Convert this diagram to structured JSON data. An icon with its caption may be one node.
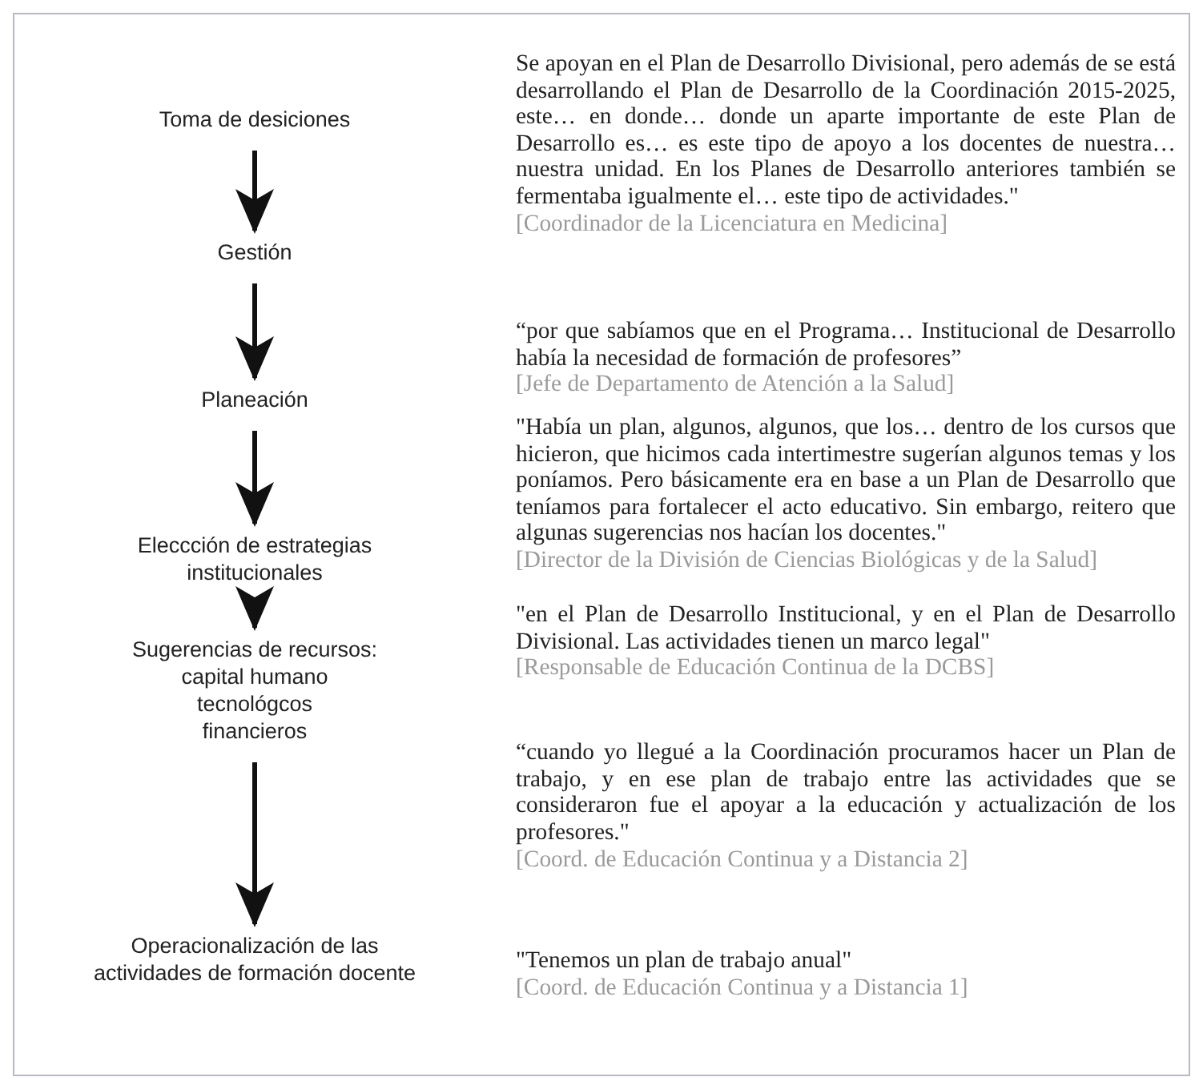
{
  "diagram": {
    "nodes": [
      {
        "text": [
          "Toma de desiciones"
        ]
      },
      {
        "text": [
          "Gestión"
        ]
      },
      {
        "text": [
          "Planeación"
        ]
      },
      {
        "text": [
          "Eleccción de estrategias institucionales"
        ]
      },
      {
        "text": [
          "Sugerencias de recursos:",
          "capital humano",
          "tecnológcos",
          "financieros"
        ]
      },
      {
        "text": [
          "Operacionalización de las actividades de formación docente"
        ]
      }
    ],
    "edges": [
      {
        "from": 0,
        "to": 1,
        "arrow": "to"
      },
      {
        "from": 1,
        "to": 2,
        "arrow": "to"
      },
      {
        "from": 2,
        "to": 3,
        "arrow": "to"
      },
      {
        "from": 3,
        "to": 4,
        "arrow": "to"
      },
      {
        "from": 4,
        "to": 5,
        "arrow": "to"
      }
    ],
    "labels": [
      "Se apoyan en el Plan de Desarrollo Divisional, pero además de se está desarrollando el Plan de Desarrollo de la Coordinación 2015-2025, este… en donde… donde un aparte importante de este Plan de Desarrollo es… es este tipo de apoyo a los docentes de nuestra… nuestra unidad. En los Planes de Desarrollo anteriores también se fermentaba igualmente el… este tipo de actividades.\"",
      "[Coordinador de la Licenciatura en Medicina]",
      "“por que sabíamos que en el Programa… Institucional de Desarrollo había la necesidad de formación de profesores”",
      "[Jefe de Departamento de Atención a la Salud]",
      "\"Había un plan, algunos, algunos, que los… dentro de los cursos que hicieron, que hicimos cada intertimestre sugerían algunos temas y los poníamos. Pero básicamente era en base a un Plan de Desarrollo que teníamos para fortalecer el acto educativo. Sin embargo, reitero que algunas sugerencias nos hacían los docentes.\"",
      "[Director de la División de Ciencias Biológicas y de la Salud]",
      "\"en el Plan de Desarrollo Institucional, y en el Plan de Desarrollo Divisional. Las actividades tienen un marco legal\"",
      "[Responsable de Educación Continua de la DCBS]",
      "“cuando yo llegué a la Coordinación procuramos hacer un Plan de trabajo, y en ese plan de trabajo entre las actividades que se consideraron fue el apoyar a la educación y actualización de los profesores.\"",
      "[Coord. de Educación Continua y a Distancia 2]",
      "\"Tenemos un plan de trabajo anual\"",
      "[Coord. de Educación Continua y a Distancia 1]"
    ]
  }
}
